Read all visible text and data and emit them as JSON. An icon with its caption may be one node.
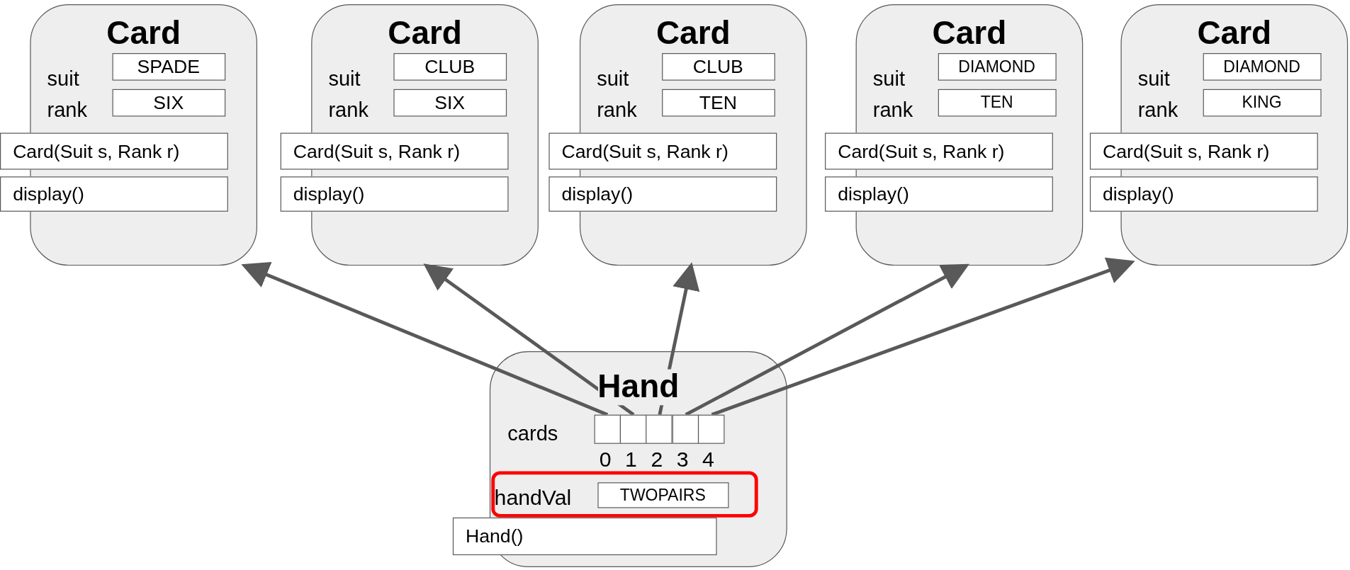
{
  "diagram": {
    "nodes": [
      {
        "text": [
          "Card"
        ]
      },
      {
        "text": [
          "SPADE"
        ],
        "in": 0
      },
      {
        "text": [
          "SIX"
        ],
        "in": 0
      },
      {
        "text": [
          "Card(Suit s, Rank r)"
        ]
      },
      {
        "text": [
          "display()"
        ]
      },
      {
        "text": [
          "Card"
        ]
      },
      {
        "text": [
          "CLUB"
        ],
        "in": 5
      },
      {
        "text": [
          "SIX"
        ],
        "in": 5
      },
      {
        "text": [
          "Card(Suit s, Rank r)"
        ]
      },
      {
        "text": [
          "display()"
        ]
      },
      {
        "text": [
          "Card"
        ]
      },
      {
        "text": [
          "CLUB"
        ],
        "in": 10
      },
      {
        "text": [
          "TEN"
        ],
        "in": 10
      },
      {
        "text": [
          "Card(Suit s, Rank r)"
        ]
      },
      {
        "text": [
          "display()"
        ]
      },
      {
        "text": [
          "Card"
        ]
      },
      {
        "text": [
          "DIAMOND"
        ],
        "in": 15
      },
      {
        "text": [
          "TEN"
        ],
        "in": 15
      },
      {
        "text": [
          "Card(Suit s, Rank r)"
        ]
      },
      {
        "text": [
          "display()"
        ]
      },
      {
        "text": [
          "Card"
        ]
      },
      {
        "text": [
          "DIAMOND"
        ],
        "in": 20
      },
      {
        "text": [
          "KING"
        ],
        "in": 20
      },
      {
        "text": [
          "Card(Suit s, Rank r)"
        ]
      },
      {
        "text": [
          "display()"
        ]
      },
      {
        "text": [
          "Hand"
        ]
      },
      {
        "text": [],
        "shape": "box",
        "in": 25
      },
      {
        "text": [],
        "shape": "box",
        "in": 25
      },
      {
        "text": [],
        "shape": "box",
        "in": 25
      },
      {
        "text": [],
        "shape": "box",
        "in": 25
      },
      {
        "text": [],
        "shape": "box",
        "in": 25
      },
      {
        "text": [
          "handVal"
        ],
        "in": 25
      },
      {
        "text": [
          "TWOPAIRS"
        ],
        "in": 31
      },
      {
        "text": [
          "Hand()"
        ]
      }
    ],
    "edges": [
      {
        "from": 26,
        "to": 0,
        "arrow": "to"
      },
      {
        "from": 27,
        "to": 5,
        "arrow": "to"
      },
      {
        "from": 28,
        "to": 10,
        "arrow": "to"
      },
      {
        "from": 29,
        "to": 15,
        "arrow": "to"
      },
      {
        "from": 30,
        "to": 20,
        "arrow": "to"
      }
    ],
    "labels": [
      "suit",
      "rank",
      "suit",
      "rank",
      "suit",
      "rank",
      "suit",
      "rank",
      "suit",
      "rank",
      "cards",
      "0",
      "1",
      "2",
      "3",
      "4"
    ]
  }
}
